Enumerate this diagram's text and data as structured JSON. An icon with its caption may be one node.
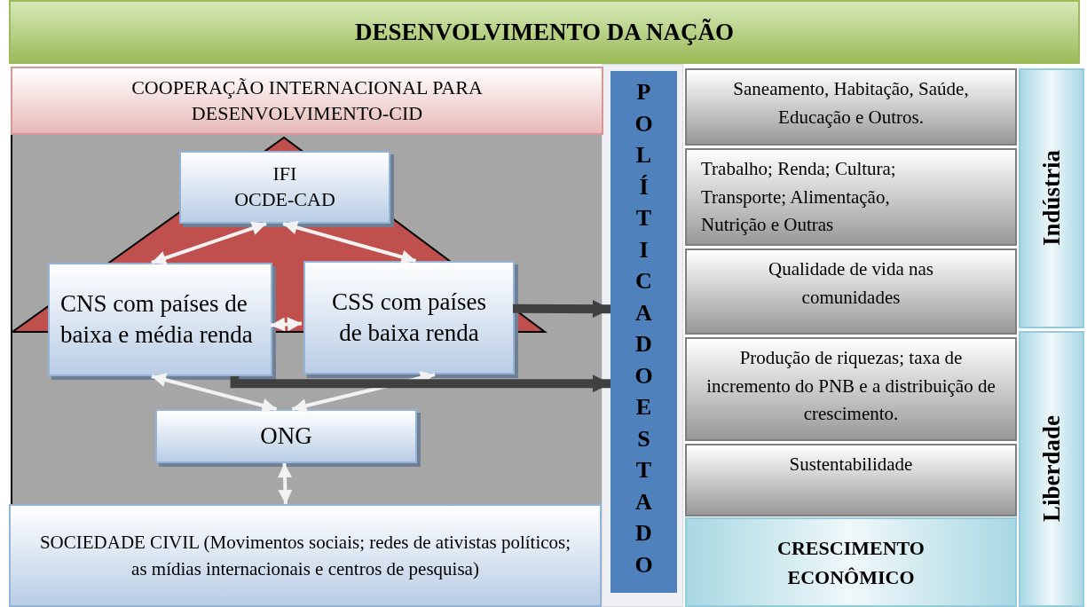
{
  "diagram": {
    "title": "DESENVOLVIMENTO DA NAÇÃO",
    "nodes": [
      {
        "text": [
          "COOPERAÇÃO INTERNACIONAL PARA DESENVOLVIMENTO-CID"
        ]
      },
      {
        "text": [
          "IFI",
          "OCDE-CAD"
        ],
        "in": 0
      },
      {
        "text": [
          "CNS com países de baixa e média renda"
        ],
        "in": 0
      },
      {
        "text": [
          "CSS com países de baixa renda"
        ],
        "in": 0
      },
      {
        "text": [
          "ONG"
        ],
        "in": 0
      },
      {
        "text": [
          "SOCIEDADE CIVIL (Movimentos sociais; redes de ativistas políticos; as mídias internacionais e centros de pesquisa)"
        ]
      },
      {
        "text": [
          "POLÍTICA DO ESTADO"
        ]
      },
      {
        "text": [
          "Saneamento, Habitação, Saúde, Educação e Outros."
        ]
      },
      {
        "text": [
          "Trabalho; Renda; Cultura; Transporte; Alimentação, Nutrição e Outras"
        ]
      },
      {
        "text": [
          "Qualidade de vida nas comunidades"
        ]
      },
      {
        "text": [
          "Produção de riquezas; taxa de incremento do PNB e a distribuição de crescimento."
        ]
      },
      {
        "text": [
          "Sustentabilidade"
        ]
      },
      {
        "text": [
          "CRESCIMENTO ECONÔMICO"
        ]
      },
      {
        "text": [
          "Indústria"
        ]
      },
      {
        "text": [
          "Liberdade"
        ]
      }
    ],
    "edges": [
      {
        "from": 1,
        "to": 2,
        "arrow": "both"
      },
      {
        "from": 1,
        "to": 3,
        "arrow": "both"
      },
      {
        "from": 2,
        "to": 3,
        "arrow": "both"
      },
      {
        "from": 2,
        "to": 4,
        "arrow": "both"
      },
      {
        "from": 3,
        "to": 4,
        "arrow": "both"
      },
      {
        "from": 4,
        "to": 5,
        "arrow": "both"
      },
      {
        "from": 3,
        "to": 6,
        "arrow": "to",
        "style": "thick",
        "color": "#404040"
      },
      {
        "from": 2,
        "to": 6,
        "arrow": "to",
        "style": "thick",
        "color": "#404040"
      }
    ]
  }
}
